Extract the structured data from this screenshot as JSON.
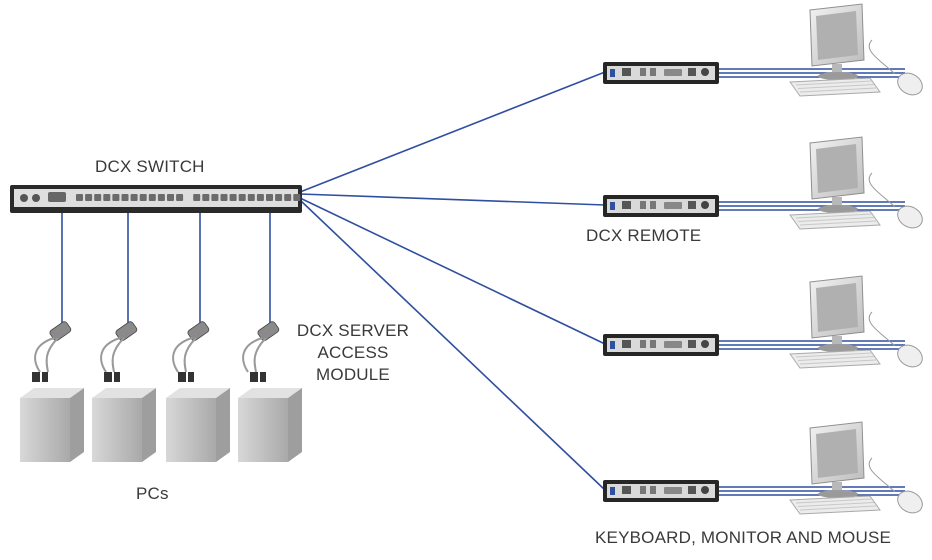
{
  "labels": {
    "switch": "DCX SWITCH",
    "remote": "DCX REMOTE",
    "server_access_module": "DCX SERVER ACCESS MODULE",
    "pcs": "PCs",
    "kvm": "KEYBOARD, MONITOR AND MOUSE"
  },
  "colors": {
    "cable": "#2f4f9f",
    "device_dark": "#222222",
    "device_panel": "#d9d9d9",
    "pc_body": "#c9c9c9",
    "monitor_body": "#e6e6e6",
    "screen": "#b0b0b0"
  }
}
